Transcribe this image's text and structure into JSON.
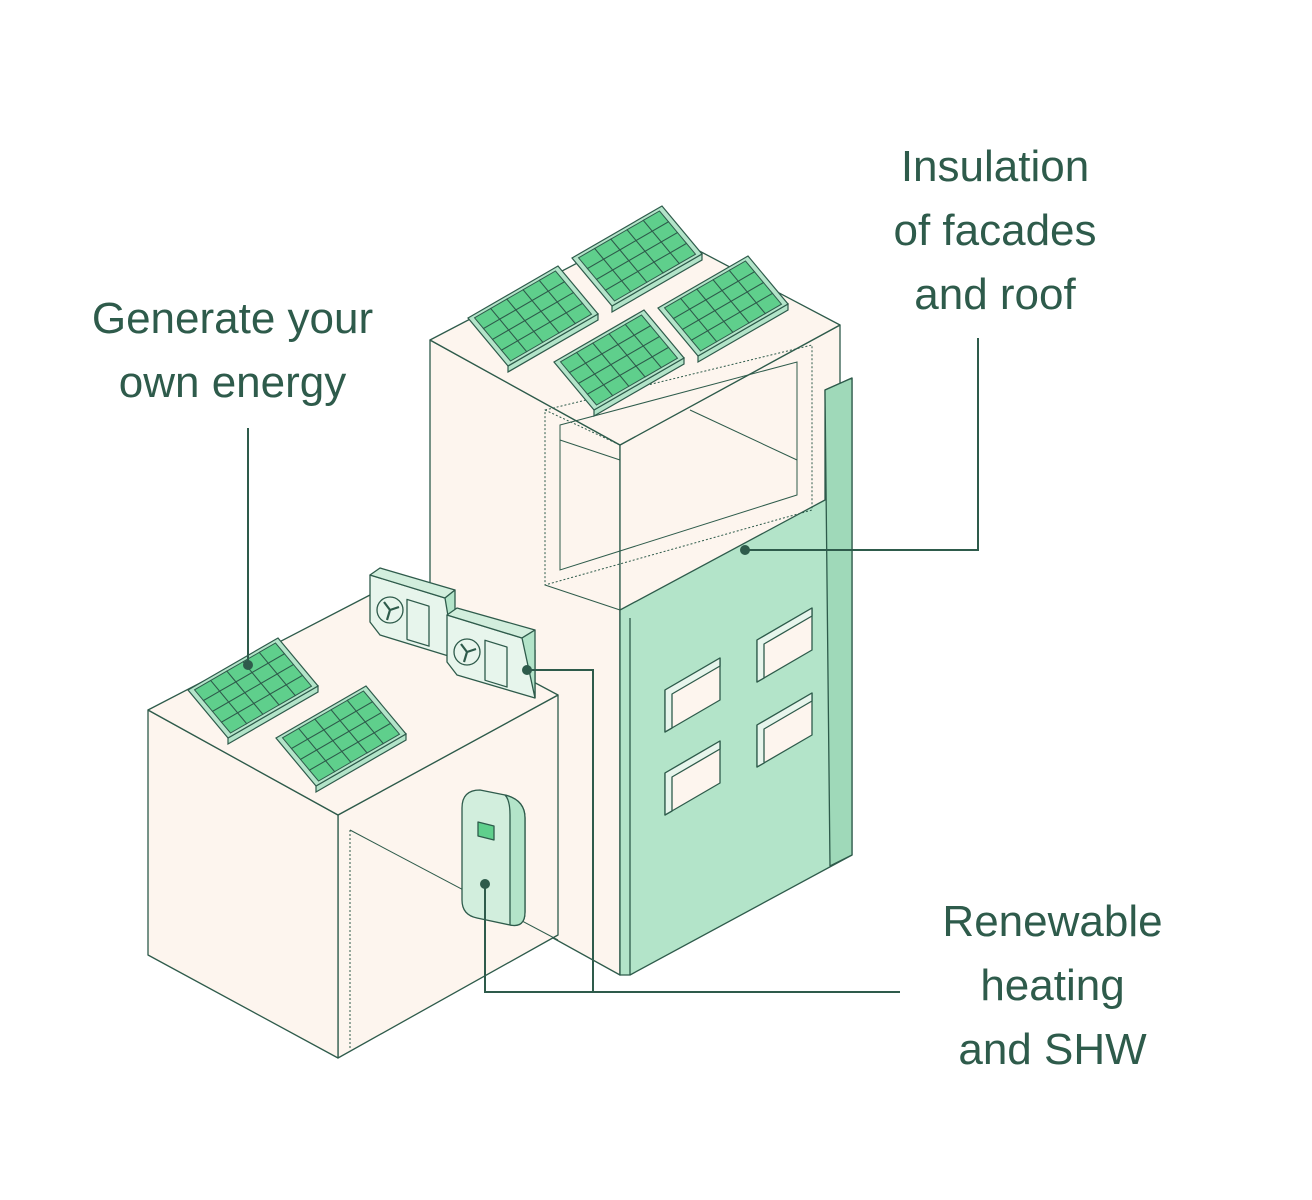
{
  "labels": {
    "generate": [
      "Generate your",
      "own energy"
    ],
    "insulation": [
      "Insulation",
      "of facades",
      "and roof"
    ],
    "renewable": [
      "Renewable",
      "heating",
      "and SHW"
    ]
  },
  "colors": {
    "wall": "#fdf5ee",
    "green_light": "#b3e4c9",
    "green_panel": "#5fcf8c",
    "outline": "#2e5b4b",
    "text": "#2e5b4b"
  },
  "icons": [
    "solar-panel-icon",
    "fan-unit-icon",
    "heat-pump-icon"
  ]
}
